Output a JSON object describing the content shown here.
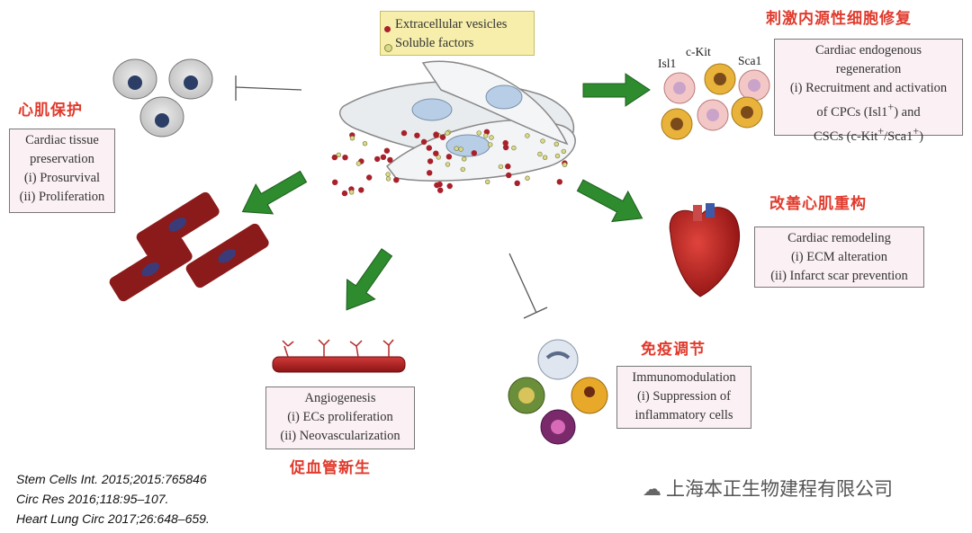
{
  "legend": {
    "items": [
      {
        "label": "Extracellular vesicles",
        "color": "#a8202a"
      },
      {
        "label": "Soluble factors",
        "color": "#d9d98a"
      }
    ]
  },
  "regeneration": {
    "zh_title": "刺激内源性细胞修复",
    "markers": [
      "Isl1",
      "c-Kit",
      "Sca1"
    ],
    "lines": [
      "Cardiac endogenous",
      "regeneration",
      "(i) Recruitment and activation",
      "of CPCs (Isl1",
      "+",
      ") and",
      "CSCs (c-Kit",
      "+",
      "/Sca1",
      "+",
      ")"
    ]
  },
  "protection": {
    "zh_title": "心肌保护",
    "lines": [
      "Cardiac tissue",
      "preservation",
      "(i) Prosurvival",
      "(ii) Proliferation"
    ]
  },
  "remodeling": {
    "zh_title": "改善心肌重构",
    "lines": [
      "Cardiac remodeling",
      "(i) ECM alteration",
      "(ii) Infarct scar prevention"
    ]
  },
  "immuno": {
    "zh_title": "免疫调节",
    "lines": [
      "Immunomodulation",
      "(i) Suppression of",
      "inflammatory cells"
    ]
  },
  "angio": {
    "zh_title": "促血管新生",
    "lines": [
      "Angiogenesis",
      "(i) ECs proliferation",
      "(ii) Neovascularization"
    ]
  },
  "references": [
    "Stem Cells Int. 2015;2015:765846",
    "Circ Res 2016;118:95–107.",
    "Heart Lung Circ 2017;26:648–659."
  ],
  "watermark": "上海本正生物建程有限公司",
  "colors": {
    "arrow_green": "#2e8b2e",
    "title_red": "#e03a2c",
    "box_fill": "#fbf0f3",
    "vesicle_red": "#a8202a",
    "muscle_red": "#8b1a1a"
  }
}
